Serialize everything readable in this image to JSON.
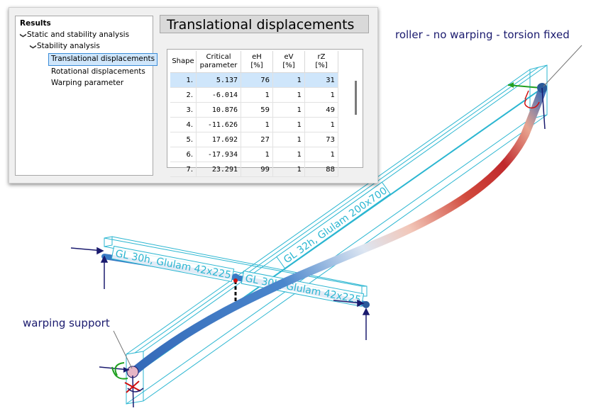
{
  "results_tree": {
    "root": "Results",
    "level1": "Static and stability analysis",
    "level2": "Stability analysis",
    "items": [
      "Translational displacements",
      "Rotational displacements",
      "Warping parameter"
    ],
    "selected_index": 0
  },
  "panel_title": "Translational displacements",
  "table": {
    "headers": {
      "shape": "Shape",
      "critical_l1": "Critical",
      "critical_l2": "parameter",
      "eh_l1": "eH",
      "eh_l2": "[%]",
      "ev_l1": "eV",
      "ev_l2": "[%]",
      "rz_l1": "rZ",
      "rz_l2": "[%]"
    },
    "rows": [
      {
        "shape": "1.",
        "critical": "5.137",
        "eh": "76",
        "ev": "1",
        "rz": "31"
      },
      {
        "shape": "2.",
        "critical": "-6.014",
        "eh": "1",
        "ev": "1",
        "rz": "1"
      },
      {
        "shape": "3.",
        "critical": "10.876",
        "eh": "59",
        "ev": "1",
        "rz": "49"
      },
      {
        "shape": "4.",
        "critical": "-11.626",
        "eh": "1",
        "ev": "1",
        "rz": "1"
      },
      {
        "shape": "5.",
        "critical": "17.692",
        "eh": "27",
        "ev": "1",
        "rz": "73"
      },
      {
        "shape": "6.",
        "critical": "-17.934",
        "eh": "1",
        "ev": "1",
        "rz": "1"
      },
      {
        "shape": "7.",
        "critical": "23.291",
        "eh": "99",
        "ev": "1",
        "rz": "88"
      }
    ],
    "selected_row": 0
  },
  "viewport": {
    "callout_roller": "roller - no warping - torsion fixed",
    "callout_warping": "warping support",
    "beam_labels": {
      "main": "GL 32h, Glulam 200x700",
      "cross_left": "GL 30h, Glulam 42x225",
      "cross_right": "GL 30h, Glulam 42x225"
    }
  },
  "colors": {
    "beam_outline": "#2bb6d1",
    "load_arrow": "#1a1a6e",
    "selection": "#cfe6fb",
    "deform_low": "#3a7bc4",
    "deform_high": "#c0282c"
  },
  "icons": [
    "chevron-down-icon"
  ]
}
